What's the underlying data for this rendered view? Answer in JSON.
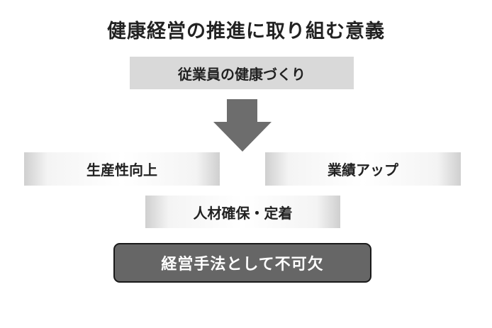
{
  "title": "健康経営の推進に取り組む意義",
  "steps": {
    "health": "従業員の健康づくり",
    "productivity": "生産性向上",
    "performance": "業績アップ",
    "talent": "人材確保・定着",
    "conclusion": "経営手法として不可欠"
  },
  "colors": {
    "arrow": "#6d6d6d",
    "conclusion_fill": "#666666",
    "box_fill": "#d9d9d9"
  }
}
